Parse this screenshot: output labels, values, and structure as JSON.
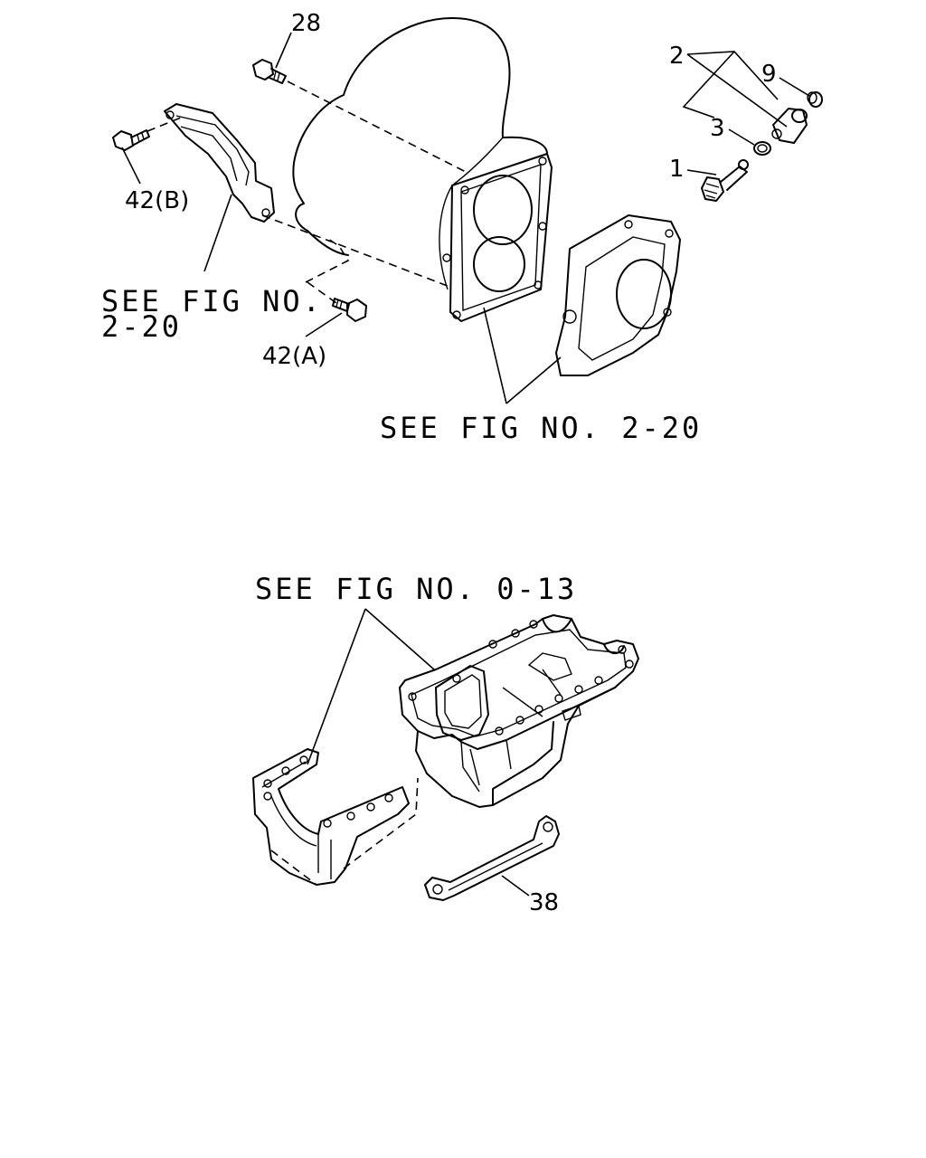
{
  "callouts": {
    "p28": "28",
    "p2": "2",
    "p9": "9",
    "p3": "3",
    "p1": "1",
    "p42b": "42(B)",
    "p42a": "42(A)",
    "p38": "38"
  },
  "references": {
    "ref_left_line1": "SEE FIG NO.",
    "ref_left_line2": "2-20",
    "ref_center": "SEE FIG NO. 2-20",
    "ref_bottom": "SEE FIG NO. 0-13"
  }
}
